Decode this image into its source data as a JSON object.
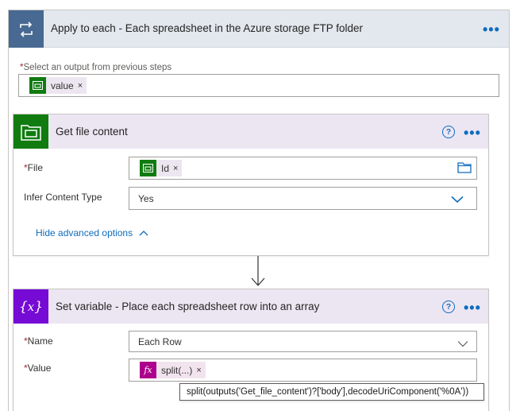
{
  "loop": {
    "title": "Apply to each - Each spreadsheet in the Azure storage FTP folder",
    "menu_glyph": "•••",
    "select_required_mark": "*",
    "select_label": "Select an output from previous steps",
    "token": {
      "label": "value",
      "remove": "×",
      "icon": "ftp-folder-icon",
      "color": "#107c10"
    }
  },
  "get_file": {
    "title": "Get file content",
    "help": "?",
    "menu_glyph": "•••",
    "icon": "ftp-folder-icon",
    "icon_color": "#107c10",
    "file_required_mark": "*",
    "file_label": "File",
    "file_token": {
      "label": "Id",
      "remove": "×"
    },
    "folder_icon": "folder-icon",
    "infer_label": "Infer Content Type",
    "infer_value": "Yes",
    "advanced_link": "Hide advanced options"
  },
  "set_var": {
    "title": "Set variable - Place each spreadsheet row into an array",
    "help": "?",
    "menu_glyph": "•••",
    "icon": "variable-icon",
    "icon_color": "#770bd6",
    "name_required_mark": "*",
    "name_label": "Name",
    "name_value": "Each Row",
    "value_required_mark": "*",
    "value_label": "Value",
    "value_token": {
      "label": "split(...)",
      "remove": "×",
      "icon": "fx-icon",
      "color": "#ad008c"
    },
    "tooltip": "split(outputs('Get_file_content')?['body'],decodeUriComponent('%0A'))"
  },
  "colors": {
    "loop_accent": "#486991",
    "link": "#0f6cbd",
    "card_header": "#ece6f3"
  }
}
